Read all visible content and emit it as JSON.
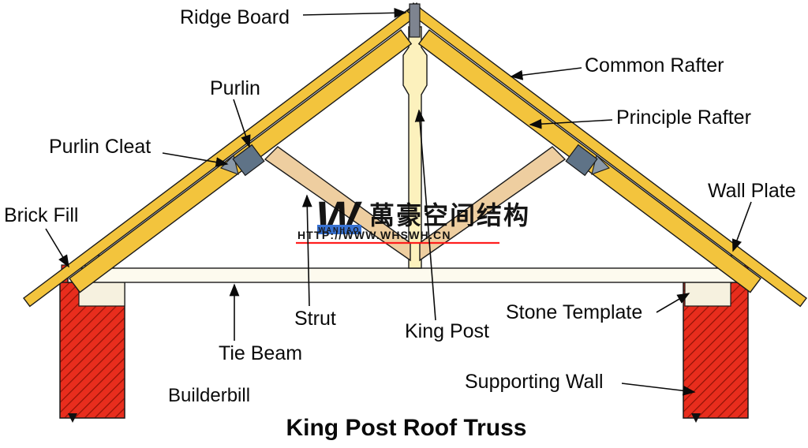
{
  "diagram": {
    "title": "King Post Roof Truss",
    "credit": "Builderbill"
  },
  "labels": {
    "ridge_board": "Ridge Board",
    "common_rafter": "Common Rafter",
    "principle_rafter": "Principle Rafter",
    "purlin": "Purlin",
    "purlin_cleat": "Purlin Cleat",
    "brick_fill": "Brick Fill",
    "wall_plate": "Wall Plate",
    "strut": "Strut",
    "king_post": "King Post",
    "stone_template": "Stone Template",
    "tie_beam": "Tie Beam",
    "supporting_wall": "Supporting Wall"
  },
  "watermark": {
    "logo_letter": "W",
    "logo_caption": "WANHAO",
    "cn_text": "萬豪空间结构",
    "url": "HTTP://WWW.WHSWH.CN"
  },
  "colors": {
    "wood": "#f3c43d",
    "wood_light": "#fcf1bd",
    "beam": "#fdfaee",
    "stone": "#f6f1df",
    "strut": "#eecea0",
    "brick": "#e82d1d",
    "brick_hatch": "#8f1206",
    "purlin": "#5f7387",
    "cleat": "#8a99a8",
    "ridge": "#7e8490",
    "red": "#ff1414",
    "blue": "#2e6bd0"
  }
}
